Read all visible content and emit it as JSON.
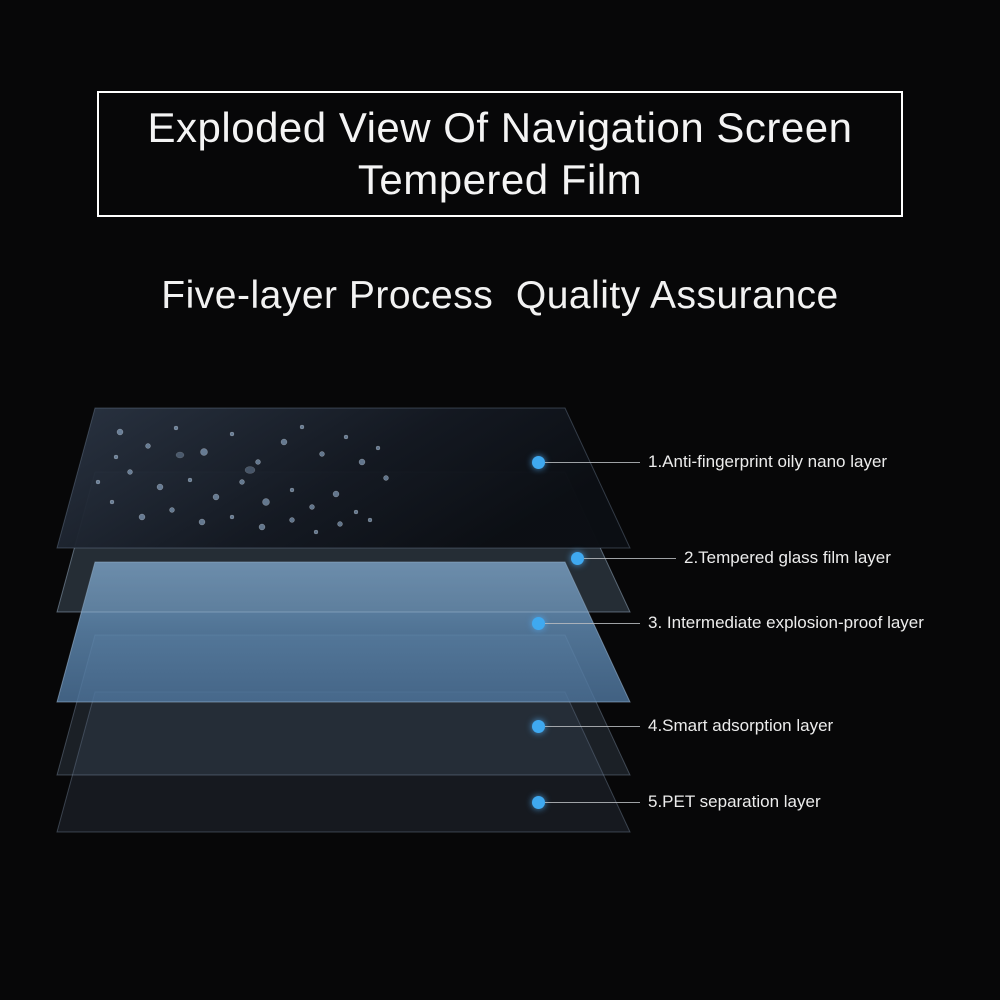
{
  "title": {
    "line1": "Exploded View Of Navigation Screen",
    "line2": "Tempered Film"
  },
  "subtitle": "Five-layer Process  Quality Assurance",
  "colors": {
    "background": "#070708",
    "accent_dot": "#3fa9f0",
    "layer3_blue": "#5d86ad",
    "text": "#f2f2f2",
    "title_border": "#ffffff"
  },
  "layers": [
    {
      "name": "anti-fingerprint-oily-nano-layer",
      "label": "1.Anti-fingerprint oily nano layer"
    },
    {
      "name": "tempered-glass-film-layer",
      "label": "2.Tempered glass film layer"
    },
    {
      "name": "intermediate-explosion-proof-layer",
      "label": "3. Intermediate explosion-proof layer"
    },
    {
      "name": "smart-adsorption-layer",
      "label": "4.Smart adsorption layer"
    },
    {
      "name": "pet-separation-layer",
      "label": "5.PET separation layer"
    }
  ]
}
